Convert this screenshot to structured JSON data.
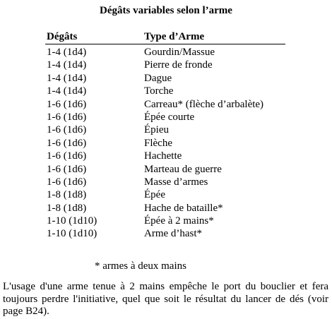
{
  "title": "Dégâts variables selon l’arme",
  "table": {
    "headers": {
      "damage": "Dégâts",
      "weapon_type": "Type d’Arme"
    },
    "rows": [
      {
        "damage": "1-4 (1d4)",
        "weapon": "Gourdin/Massue"
      },
      {
        "damage": "1-4 (1d4)",
        "weapon": "Pierre de fronde"
      },
      {
        "damage": "1-4 (1d4)",
        "weapon": "Dague"
      },
      {
        "damage": "1-4 (1d4)",
        "weapon": "Torche"
      },
      {
        "damage": "1-6 (1d6)",
        "weapon": "Carreau* (flèche d’arbalète)"
      },
      {
        "damage": "1-6 (1d6)",
        "weapon": "Épée courte"
      },
      {
        "damage": "1-6 (1d6)",
        "weapon": "Épieu"
      },
      {
        "damage": "1-6 (1d6)",
        "weapon": "Flèche"
      },
      {
        "damage": "1-6 (1d6)",
        "weapon": "Hachette"
      },
      {
        "damage": "1-6 (1d6)",
        "weapon": "Marteau de guerre"
      },
      {
        "damage": "1-6 (1d6)",
        "weapon": "Masse d’armes"
      },
      {
        "damage": "1-8 (1d8)",
        "weapon": "Épée"
      },
      {
        "damage": "1-8 (1d8)",
        "weapon": "Hache de bataille*"
      },
      {
        "damage": "1-10 (1d10)",
        "weapon": "Épée à 2 mains*"
      },
      {
        "damage": "1-10 (1d10)",
        "weapon": "Arme d’hast*"
      }
    ]
  },
  "footnote": "* armes à deux mains",
  "paragraph": "L'usage d'une arme tenue à 2 mains empêche le port du bouclier et fera toujours perdre l'initiative, quel que soit le résultat du lancer de dés (voir page B24)."
}
